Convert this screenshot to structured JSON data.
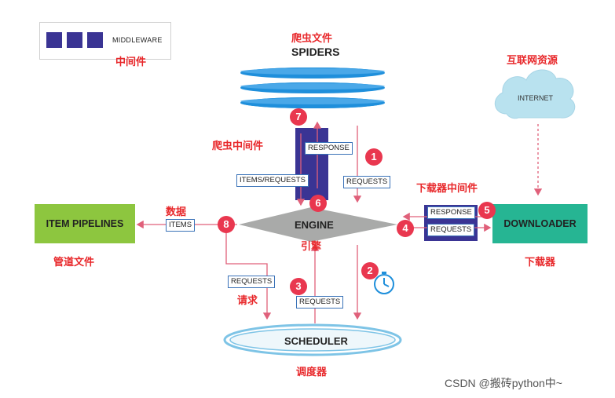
{
  "legend": {
    "label_en": "MIDDLEWARE",
    "label_cn": "中间件"
  },
  "spiders": {
    "label_cn": "爬虫文件",
    "label_en": "SPIDERS"
  },
  "internet": {
    "label_cn": "互联网资源",
    "label_en": "INTERNET"
  },
  "spider_middleware": {
    "label_cn": "爬虫中间件",
    "response_tag": "RESPONSE",
    "items_requests_tag": "ITEMS/REQUESTS",
    "requests_tag": "REQUESTS"
  },
  "downloader_middleware": {
    "label_cn": "下载器中间件",
    "response_tag": "RESPONSE",
    "requests_tag": "REQUESTS"
  },
  "item_pipelines": {
    "label_en": "ITEM PIPELINES",
    "label_cn": "管道文件",
    "data_label_cn": "数据",
    "items_tag": "ITEMS"
  },
  "engine": {
    "label_en": "ENGINE",
    "label_cn": "引擎"
  },
  "downloader": {
    "label_en": "DOWNLOADER",
    "label_cn": "下载器"
  },
  "scheduler": {
    "label_en": "SCHEDULER",
    "label_cn": "调度器",
    "requests_tag_left": "REQUESTS",
    "request_label_cn": "请求",
    "requests_tag_right": "REQUESTS"
  },
  "steps": [
    "1",
    "2",
    "3",
    "4",
    "5",
    "6",
    "7",
    "8"
  ],
  "colors": {
    "middleware": "#3a3494",
    "badge": "#e9374f",
    "arrow": "#e0607a",
    "red_text": "#e8282b",
    "engine": "#a9aaa9",
    "pipelines": "#8dc63f",
    "downloader": "#26b593",
    "scheduler": "#7ec4e6",
    "spiders_disk": "#1f8fdb",
    "cloud": "#b9e2ef"
  },
  "watermark": "CSDN @搬砖python中~"
}
